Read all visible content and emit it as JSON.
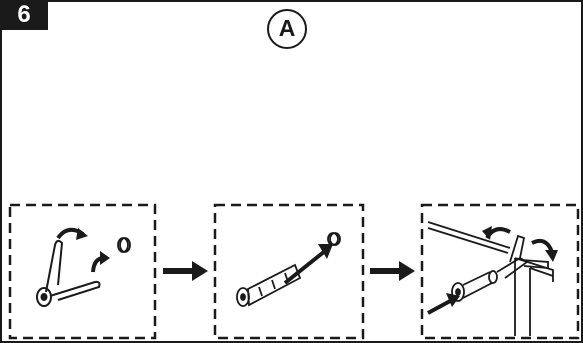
{
  "step": {
    "number": "6"
  },
  "variant": {
    "label": "A"
  },
  "panels": [
    {
      "id": "panel-1",
      "depicts": "spread-anchor-and-cap"
    },
    {
      "id": "panel-2",
      "depicts": "insert-anchor-into-hole"
    },
    {
      "id": "panel-3",
      "depicts": "anchor-fixed-in-panel"
    }
  ],
  "colors": {
    "ink": "#1a1a1a",
    "background": "#ffffff"
  }
}
